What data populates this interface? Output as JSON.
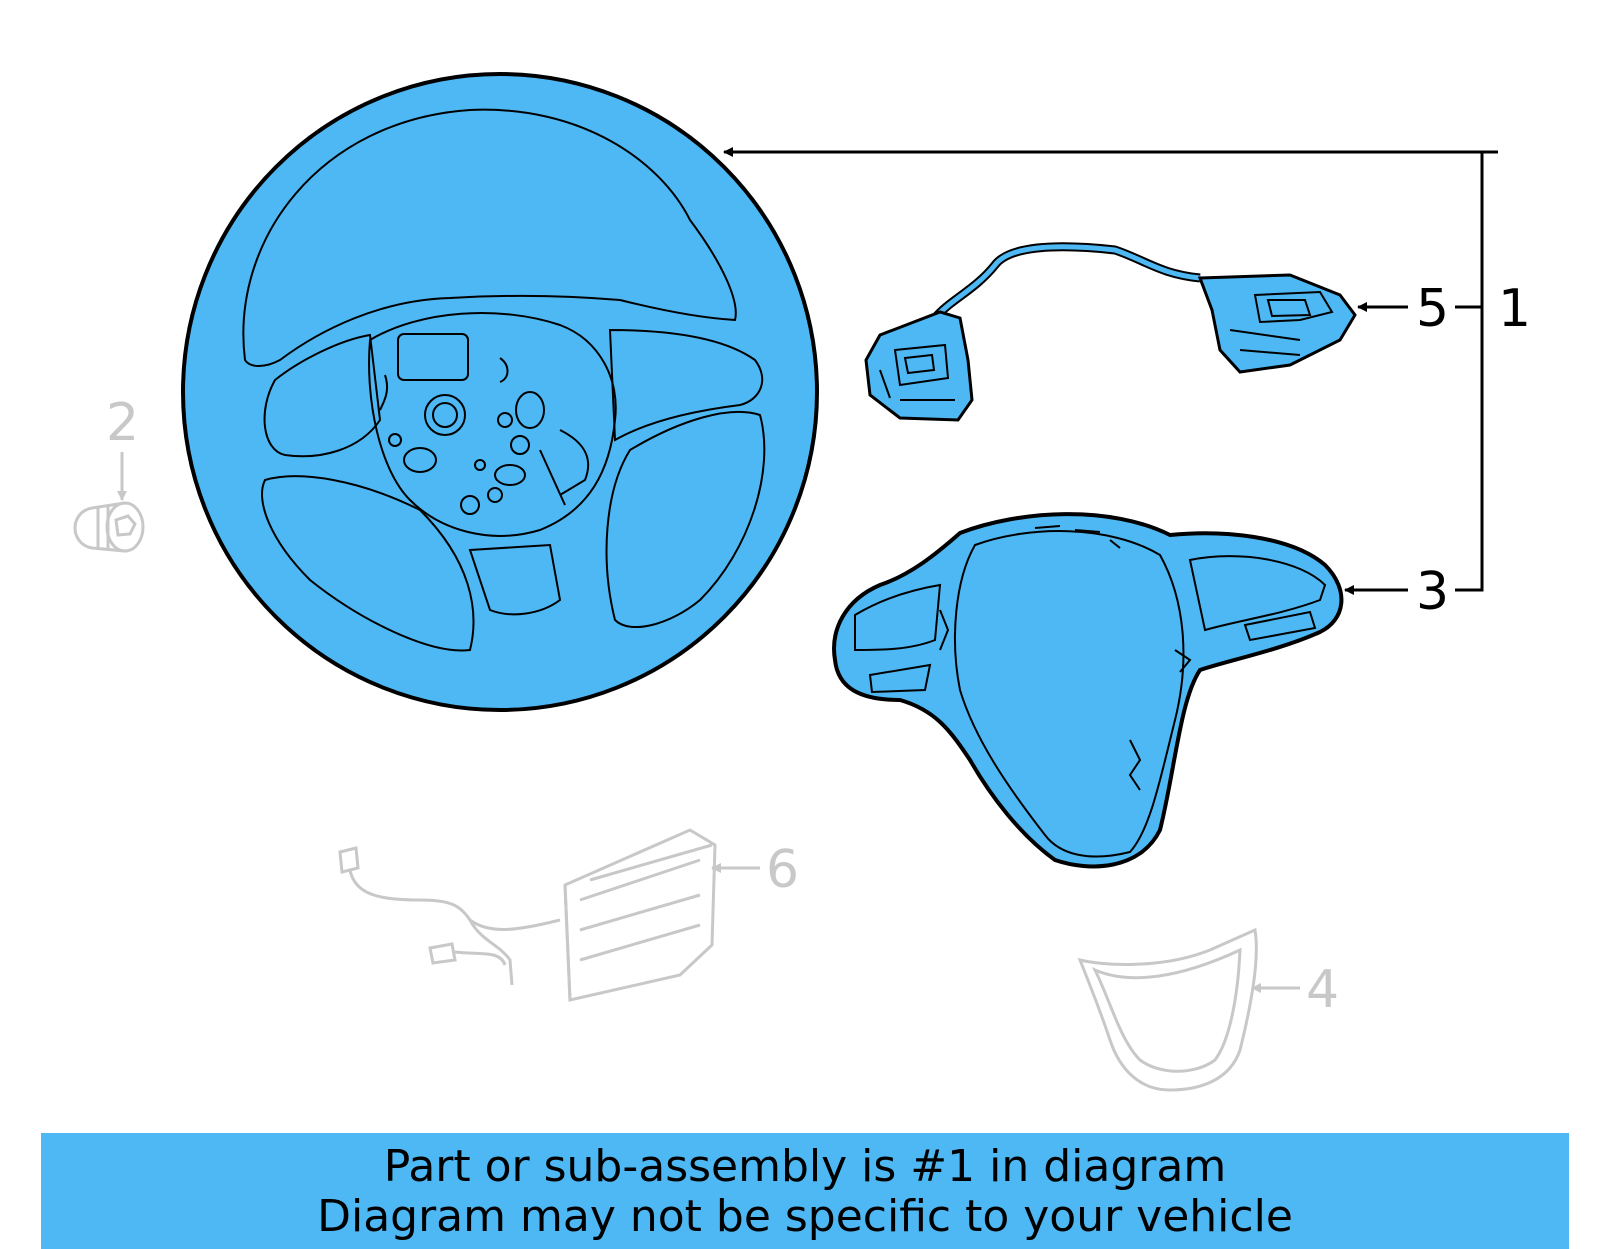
{
  "colors": {
    "highlight": "#4db8f4",
    "outline": "#000000",
    "muted": "#c8c8c8",
    "background": "#ffffff"
  },
  "callouts": {
    "c1": "1",
    "c2": "2",
    "c3": "3",
    "c4": "4",
    "c5": "5",
    "c6": "6"
  },
  "parts": [
    {
      "callout": "1",
      "name": "steering-wheel",
      "highlighted": true
    },
    {
      "callout": "2",
      "name": "bolt",
      "highlighted": false
    },
    {
      "callout": "3",
      "name": "trim-bezel",
      "highlighted": true
    },
    {
      "callout": "4",
      "name": "lower-cover",
      "highlighted": false
    },
    {
      "callout": "5",
      "name": "switch-assembly",
      "highlighted": true
    },
    {
      "callout": "6",
      "name": "control-module",
      "highlighted": false
    }
  ],
  "banner": {
    "line1": "Part or sub-assembly is #1 in diagram",
    "line2": "Diagram may not be specific to your vehicle"
  }
}
